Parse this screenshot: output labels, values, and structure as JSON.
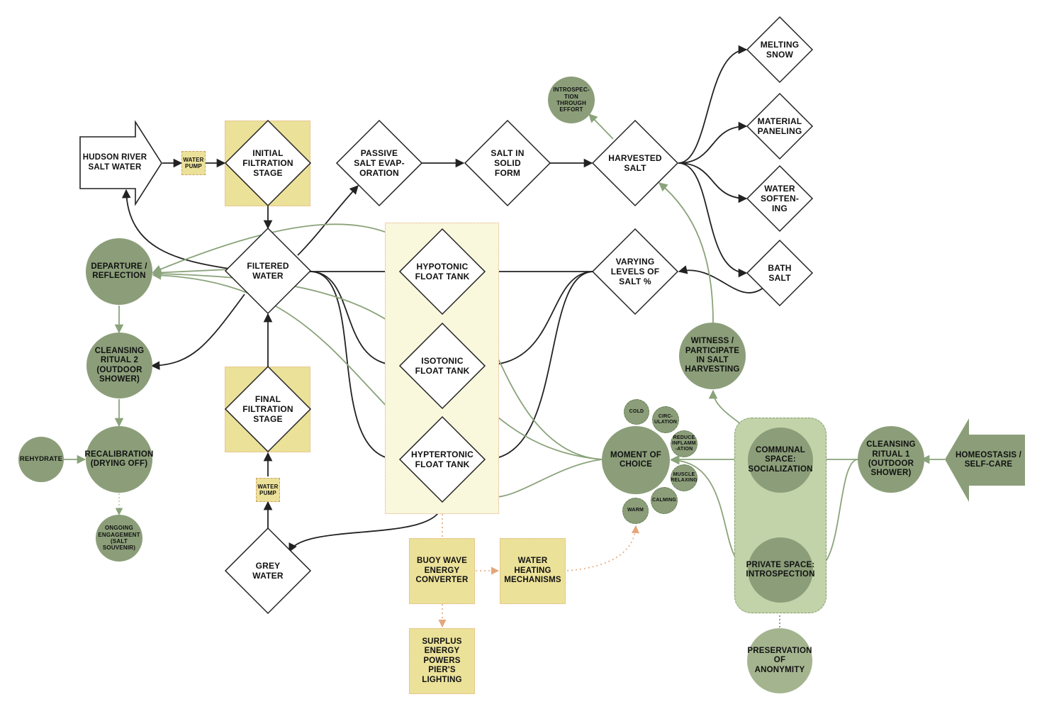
{
  "diagram": {
    "source": {
      "hudson_river": "HUDSON RIVER\nSALT WATER",
      "homeostasis": "HOMEOSTASIS /\nSELF-CARE"
    },
    "pumps": {
      "upper": "WATER\nPUMP",
      "lower": "WATER\nPUMP"
    },
    "filtration": {
      "initial": "INITIAL\nFILTRATION\nSTAGE",
      "filtered": "FILTERED\nWATER",
      "final": "FINAL\nFILTRATION\nSTAGE",
      "grey": "GREY\nWATER"
    },
    "salt": {
      "passive": "PASSIVE\nSALT EVAP-\nORATION",
      "solid": "SALT IN\nSOLID\nFORM",
      "harvested": "HARVESTED\nSALT",
      "varying": "VARYING\nLEVELS OF\nSALT %"
    },
    "uses": {
      "snow": "MELTING\nSNOW",
      "paneling": "MATERIAL\nPANELING",
      "softening": "WATER\nSOFTEN-\nING",
      "bath": "BATH\nSALT"
    },
    "tanks": {
      "hypotonic": "HYPOTONIC\nFLOAT TANK",
      "isotonic": "ISOTONIC\nFLOAT TANK",
      "hypertonic": "HYPTERTONIC\nFLOAT TANK"
    },
    "energy": {
      "buoy": "BUOY WAVE\nENERGY\nCONVERTER",
      "heating": "WATER\nHEATING\nMECHANISMS",
      "surplus": "SURPLUS\nENERGY\nPOWERS PIER'S\nLIGHTING"
    },
    "experience": {
      "introspection_effort": "INTROSPEC-\nTION\nTHROUGH\nEFFORT",
      "departure": "DEPARTURE /\nREFLECTION",
      "cleansing2": "CLEANSING\nRITUAL 2\n(OUTDOOR\nSHOWER)",
      "rehydrate": "REHYDRATE",
      "recalibration": "RECALIBRATION\n(DRYING OFF)",
      "ongoing": "ONGOING\nENGAGEMENT\n(SALT\nSOUVENIR)",
      "witness": "WITNESS /\nPARTICIPATE\nIN SALT\nHARVESTING",
      "moment": "MOMENT OF\nCHOICE",
      "communal": "COMMUNAL\nSPACE:\nSOCIALIZATION",
      "private": "PRIVATE SPACE:\nINTROSPECTION",
      "cleansing1": "CLEANSING\nRITUAL 1\n(OUTDOOR\nSHOWER)",
      "anonymity": "PRESERVATION\nOF\nANONYMITY"
    },
    "conditions": {
      "cold": "COLD",
      "circulation": "CIRC-\nULATION",
      "inflammation": "REDUCE\nINFLAMM\n-ATION",
      "muscle": "MUSCLE\nRELAXING",
      "calming": "CALMING",
      "warm": "WARM"
    },
    "colors": {
      "sage": "#8b9e79",
      "pier": "#c3d3a9",
      "filter_yellow": "#ebe199",
      "tank_zone": "#f9f7dc",
      "water_line": "#222222",
      "experience_line": "#8aa37a",
      "energy_line": "#e3a77c"
    }
  }
}
